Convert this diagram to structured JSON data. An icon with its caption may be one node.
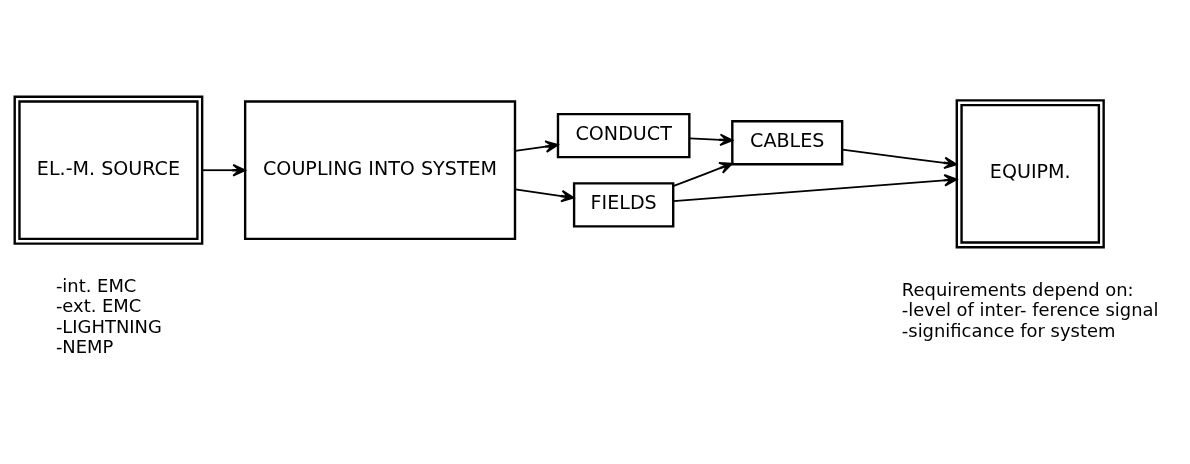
{
  "diagram": {
    "nodes": [
      {
        "text": [
          "EL.-M. SOURCE"
        ],
        "beside": [
          "-int. EMC",
          "-ext. EMC",
          "-LIGHTNING",
          "-NEMP"
        ]
      },
      {
        "text": [
          "COUPLING INTO SYSTEM"
        ]
      },
      {
        "text": [
          "FIELDS"
        ]
      },
      {
        "text": [
          "CONDUCT"
        ]
      },
      {
        "text": [
          "CABLES"
        ]
      },
      {
        "text": [
          "EQUIPM."
        ],
        "beside": [
          "Requirements depend on:",
          "-level of inter- ference signal",
          "-significance for system"
        ]
      }
    ],
    "edges": [
      {
        "from": 0,
        "to": 1,
        "arrow": "to"
      },
      {
        "from": 1,
        "to": 2,
        "arrow": "to"
      },
      {
        "from": 1,
        "to": 3,
        "arrow": "to"
      },
      {
        "from": 2,
        "to": 5,
        "arrow": "to"
      },
      {
        "from": 2,
        "to": 4,
        "arrow": "to"
      },
      {
        "from": 3,
        "to": 4,
        "arrow": "to"
      },
      {
        "from": 4,
        "to": 5,
        "arrow": "to"
      }
    ]
  }
}
